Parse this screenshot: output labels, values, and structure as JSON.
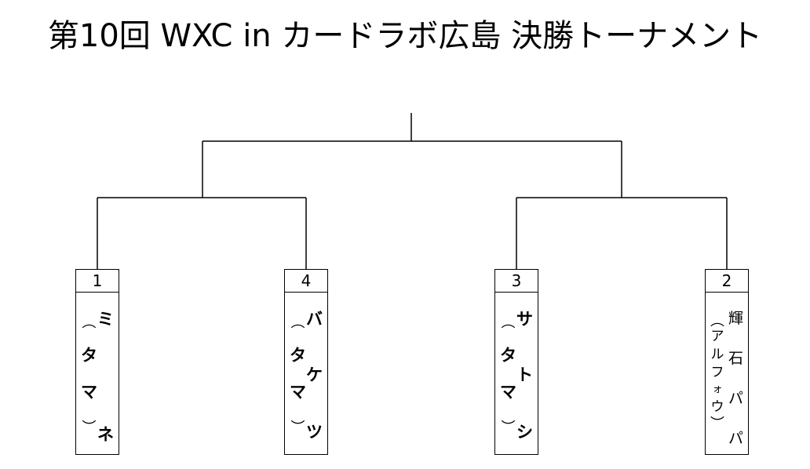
{
  "title": "第10回 WXC in カードラボ広島 決勝トーナメント",
  "players": [
    {
      "seed": "1",
      "name": "ミネ",
      "team_open": "︵",
      "team": "タマ",
      "team_close": "︶"
    },
    {
      "seed": "4",
      "name": "バケツ",
      "team_open": "︵",
      "team": "タマ",
      "team_close": "︶"
    },
    {
      "seed": "3",
      "name": "サトシ",
      "team_open": "︵",
      "team": "タマ",
      "team_close": "︶"
    },
    {
      "seed": "2",
      "name": "輝石パパ",
      "team_open": "︵",
      "team": "アルフォウ",
      "team_close": "︶"
    }
  ]
}
